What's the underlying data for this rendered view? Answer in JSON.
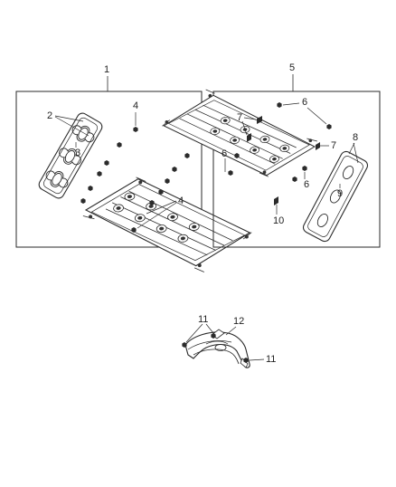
{
  "callouts": {
    "c1": "1",
    "c2": "2",
    "c3": "3",
    "c4a": "4",
    "c4b": "4",
    "c5": "5",
    "c6a": "6",
    "c6b": "6",
    "c6c": "6",
    "c7a": "7",
    "c7b": "7",
    "c8": "8",
    "c9": "9",
    "c10": "10",
    "c11a": "11",
    "c11b": "11",
    "c12": "12"
  },
  "colors": {
    "line": "#2a2a2a",
    "fill": "#ffffff",
    "shade": "#cfcfcf"
  }
}
